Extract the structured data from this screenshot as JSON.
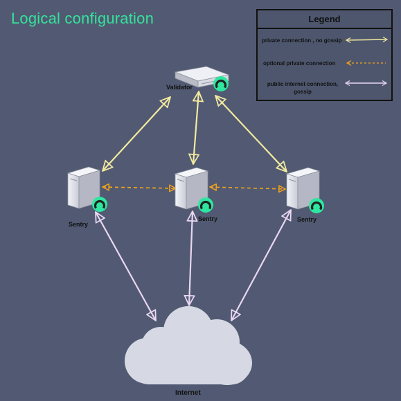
{
  "title": "Logical configuration",
  "legend": {
    "title": "Legend",
    "items": [
      {
        "label": "private connection , no gossip",
        "style": "solid",
        "color": "#f3eaa0"
      },
      {
        "label": "optional private connection",
        "style": "dashed",
        "color": "#f5a31a"
      },
      {
        "label": "public internet connection, gossip",
        "style": "solid",
        "color": "#ead7f2"
      }
    ]
  },
  "nodes": {
    "validator": {
      "label": "Validator",
      "icon": "validator-server-icon"
    },
    "sentry_left": {
      "label": "Sentry",
      "icon": "sentry-server-icon"
    },
    "sentry_center": {
      "label": "Sentry",
      "icon": "sentry-server-icon"
    },
    "sentry_right": {
      "label": "Sentry",
      "icon": "sentry-server-icon"
    },
    "internet": {
      "label": "Internet",
      "icon": "cloud-icon"
    }
  },
  "badge_icon": "node-logo-icon",
  "colors": {
    "background": "#515a72",
    "title": "#34e39b",
    "private_no_gossip": "#f3eaa0",
    "optional_private": "#f5a31a",
    "public_gossip": "#ead7f2",
    "badge": "#2fe6a0",
    "cloud": "#d6d9e4"
  }
}
